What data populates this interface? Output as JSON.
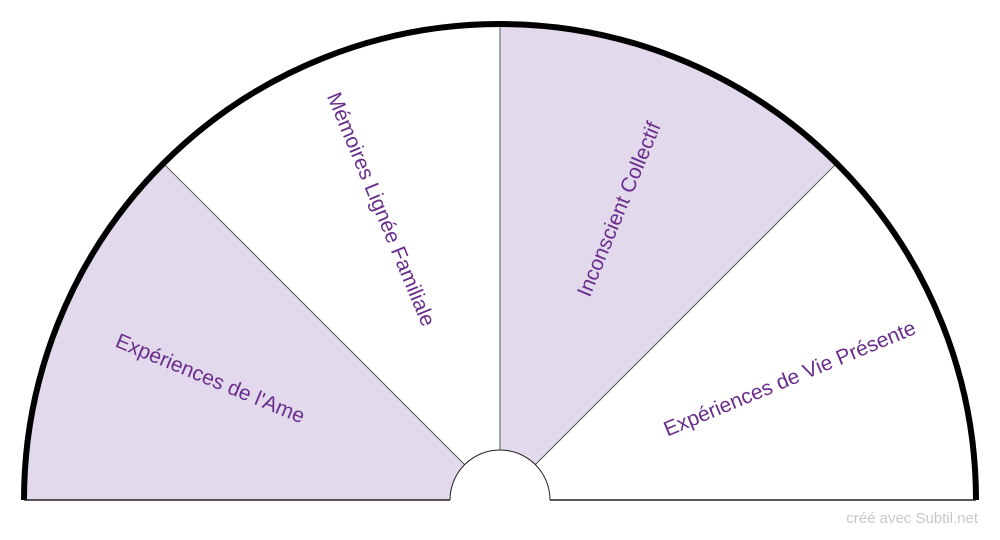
{
  "diagram": {
    "sectors": [
      {
        "label": "Expériences de l'Ame",
        "fill": "#e2d9ec"
      },
      {
        "label": "Mémoires Lignée Familiale",
        "fill": "#ffffff"
      },
      {
        "label": "Inconscient Collectif",
        "fill": "#e2d9ec"
      },
      {
        "label": "Expériences de Vie Présente",
        "fill": "#ffffff"
      }
    ],
    "text_color": "#6a2e8c",
    "outline_color": "#000000"
  },
  "footer": {
    "credit": "créé avec Subtil.net"
  }
}
